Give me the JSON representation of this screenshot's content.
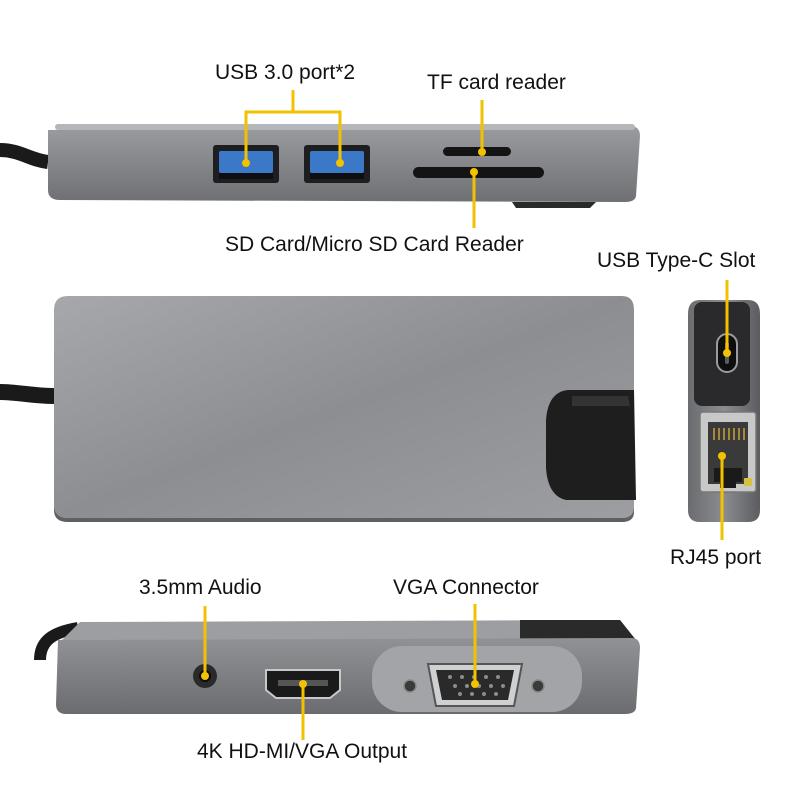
{
  "labels": {
    "usb30": "USB 3.0 port*2",
    "tf": "TF card reader",
    "sd": "SD Card/Micro SD Card Reader",
    "usbc": "USB Type-C Slot",
    "rj45": "RJ45 port",
    "audio": "3.5mm Audio",
    "vga": "VGA Connector",
    "hdmi": "4K HD-MI/VGA Output"
  },
  "colors": {
    "pointer": "#f2c200",
    "body": "#7c7e82",
    "body_dark": "#505256",
    "usb_blue": "#3c78c8",
    "cable": "#1a1a1a"
  }
}
